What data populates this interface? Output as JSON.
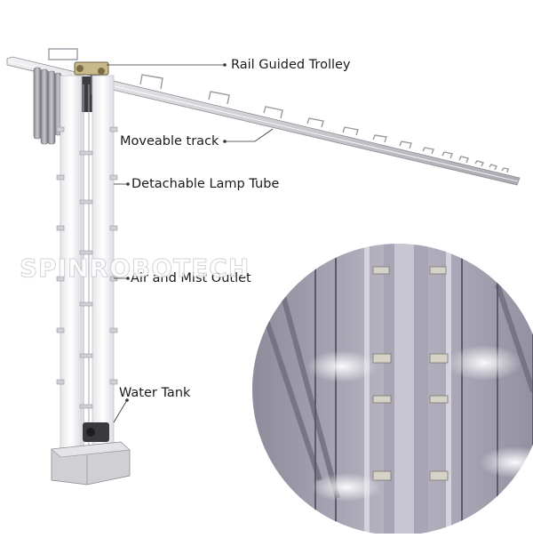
{
  "labels": {
    "rail_guided_trolley": "Rail Guided Trolley",
    "moveable_track": "Moveable track",
    "detachable_lamp_tube": "Detachable Lamp Tube",
    "air_and_mist_outlet": "Air and Mist Outlet",
    "water_tank": "Water Tank"
  },
  "watermark": "SPINROBOTECH",
  "colors": {
    "metal_light": "#d8d8dc",
    "metal_dark": "#8a8a92",
    "tube_white": "#f4f4f6",
    "leader_line": "#333333",
    "photo_bg": "#9a98a6"
  }
}
